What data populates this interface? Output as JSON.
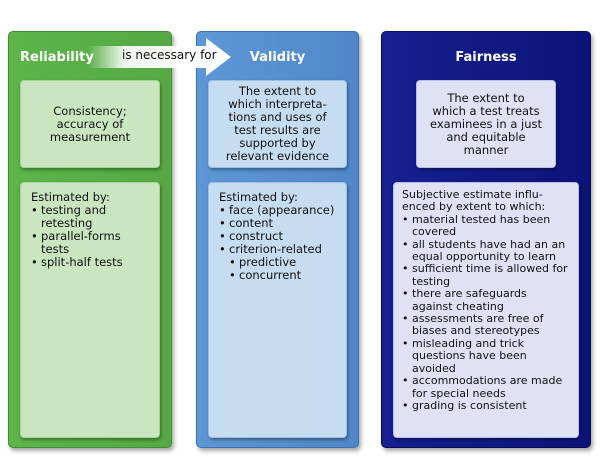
{
  "connector": {
    "label": "is necessary for"
  },
  "reliability": {
    "title": "Reliability",
    "definition": [
      "Consistency;",
      "accuracy of",
      "measurement"
    ],
    "estimated_heading": "Estimated by:",
    "items": [
      "testing and retesting",
      "parallel-forms tests",
      "split-half tests"
    ]
  },
  "validity": {
    "title": "Validity",
    "definition": [
      "The extent to",
      "which interpreta-",
      "tions and uses of",
      "test results are",
      "supported by",
      "relevant evidence"
    ],
    "estimated_heading": "Estimated by:",
    "items": [
      "face (appearance)",
      "content",
      "construct",
      "criterion-related"
    ],
    "subitems": [
      "predictive",
      "concurrent"
    ]
  },
  "fairness": {
    "title": "Fairness",
    "definition": [
      "The extent to",
      "which a test treats",
      "examinees in a just",
      "and equitable",
      "manner"
    ],
    "estimated_heading": "Subjective estimate influ-enced by extent to which:",
    "items": [
      "material tested has been covered",
      "all students have had an an equal opportunity to learn",
      "sufficient time is allowed for testing",
      "there are safeguards against cheating",
      "assessments are free of biases and stereotypes",
      "misleading and trick questions have been avoided",
      "accommodations are made for special needs",
      "grading is consistent"
    ]
  },
  "colors": {
    "reliability": "#55a843",
    "validity": "#4f87c8",
    "fairness": "#0c1478"
  }
}
